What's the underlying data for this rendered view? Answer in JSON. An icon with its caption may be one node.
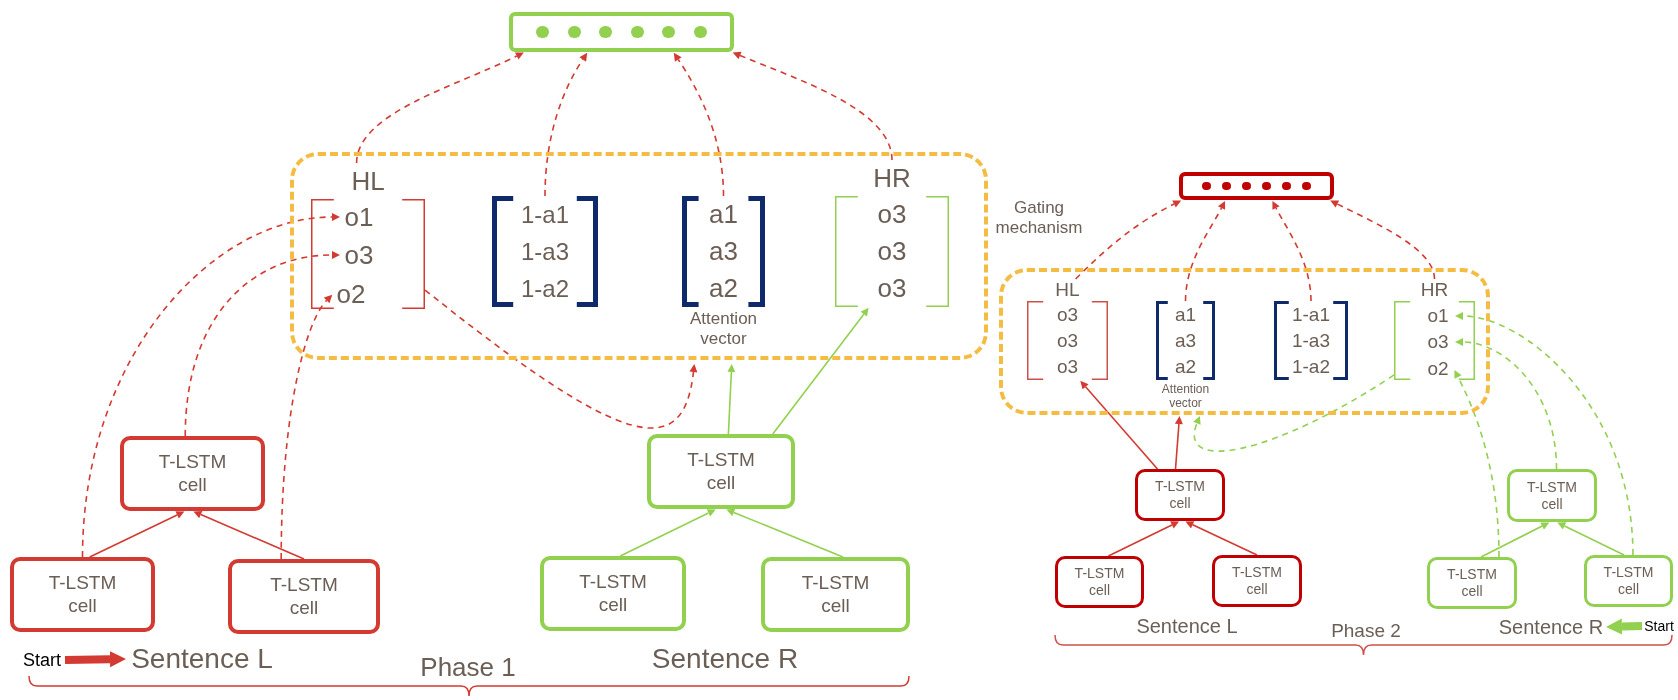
{
  "diagram": {
    "nodes": [
      {
        "text": [],
        "shape": "bar"
      },
      {
        "text": [],
        "shape": "box"
      },
      {
        "text": [
          "HL"
        ],
        "in": 1
      },
      {
        "text": [
          "o1"
        ],
        "in": 2
      },
      {
        "text": [
          "o3"
        ],
        "in": 2
      },
      {
        "text": [
          "o2"
        ],
        "in": 2
      },
      {
        "text": [
          "1-a1",
          "1-a3",
          "1-a2"
        ],
        "in": 1
      },
      {
        "text": [
          "a1",
          "a3",
          "a2"
        ],
        "beside": [
          "Attention vector"
        ],
        "in": 1
      },
      {
        "text": [
          "HR",
          "o3",
          "o3",
          "o3"
        ],
        "in": 1
      },
      {
        "text": [
          "T-LSTM cell"
        ]
      },
      {
        "text": [
          "T-LSTM cell"
        ]
      },
      {
        "text": [
          "T-LSTM cell"
        ]
      },
      {
        "text": [
          "T-LSTM cell"
        ]
      },
      {
        "text": [
          "T-LSTM cell"
        ]
      },
      {
        "text": [
          "T-LSTM cell"
        ]
      },
      {
        "text": [
          "Start"
        ]
      },
      {
        "text": [
          "Sentence L"
        ]
      },
      {
        "text": [],
        "shape": "bar"
      },
      {
        "text": [],
        "shape": "box"
      },
      {
        "text": [
          "HL",
          "o3",
          "o3",
          "o3"
        ],
        "in": 18
      },
      {
        "text": [
          "a1",
          "a3",
          "a2"
        ],
        "beside": [
          "Attention vector"
        ],
        "in": 18
      },
      {
        "text": [
          "1-a1",
          "1-a3",
          "1-a2"
        ],
        "in": 18
      },
      {
        "text": [
          "HR"
        ],
        "in": 18
      },
      {
        "text": [
          "o1"
        ],
        "in": 22
      },
      {
        "text": [
          "o3"
        ],
        "in": 22
      },
      {
        "text": [
          "o2"
        ],
        "in": 22
      },
      {
        "text": [
          "T-LSTM cell"
        ]
      },
      {
        "text": [
          "T-LSTM cell"
        ]
      },
      {
        "text": [
          "T-LSTM cell"
        ]
      },
      {
        "text": [
          "T-LSTM cell"
        ]
      },
      {
        "text": [
          "T-LSTM cell"
        ]
      },
      {
        "text": [
          "T-LSTM cell"
        ]
      },
      {
        "text": [
          "Sentence R"
        ]
      },
      {
        "text": [
          "Start"
        ]
      }
    ],
    "edges": [
      {
        "from": 2,
        "to": 0,
        "arrow": "to",
        "style": "dashed"
      },
      {
        "from": 6,
        "to": 0,
        "arrow": "to",
        "style": "dashed"
      },
      {
        "from": 7,
        "to": 0,
        "arrow": "to",
        "style": "dashed"
      },
      {
        "from": 8,
        "to": 0,
        "arrow": "to",
        "style": "dashed"
      },
      {
        "from": 11,
        "to": 3,
        "arrow": "to",
        "style": "dashed"
      },
      {
        "from": 9,
        "to": 4,
        "arrow": "to",
        "style": "dashed"
      },
      {
        "from": 12,
        "to": 5,
        "arrow": "to",
        "style": "dashed"
      },
      {
        "from": 2,
        "to": 7,
        "arrow": "to",
        "style": "dashed"
      },
      {
        "from": 11,
        "to": 9,
        "arrow": "to"
      },
      {
        "from": 12,
        "to": 9,
        "arrow": "to"
      },
      {
        "from": 13,
        "to": 10,
        "arrow": "to",
        "color": "#92d050"
      },
      {
        "from": 14,
        "to": 10,
        "arrow": "to",
        "color": "#92d050"
      },
      {
        "from": 10,
        "to": 7,
        "arrow": "to",
        "color": "#92d050"
      },
      {
        "from": 10,
        "to": 8,
        "arrow": "to",
        "color": "#92d050"
      },
      {
        "from": 15,
        "to": 16,
        "arrow": "to",
        "style": "thick"
      },
      {
        "from": 19,
        "to": 17,
        "arrow": "to",
        "style": "dashed"
      },
      {
        "from": 20,
        "to": 17,
        "arrow": "to",
        "style": "dashed"
      },
      {
        "from": 21,
        "to": 17,
        "arrow": "to",
        "style": "dashed"
      },
      {
        "from": 22,
        "to": 17,
        "arrow": "to",
        "style": "dashed"
      },
      {
        "from": 28,
        "to": 26,
        "arrow": "to"
      },
      {
        "from": 29,
        "to": 26,
        "arrow": "to"
      },
      {
        "from": 26,
        "to": 19,
        "arrow": "to"
      },
      {
        "from": 26,
        "to": 20,
        "arrow": "to"
      },
      {
        "from": 30,
        "to": 27,
        "arrow": "to",
        "color": "#92d050"
      },
      {
        "from": 31,
        "to": 27,
        "arrow": "to",
        "color": "#92d050"
      },
      {
        "from": 22,
        "to": 20,
        "arrow": "to",
        "style": "dashed",
        "color": "#92d050"
      },
      {
        "from": 30,
        "to": 25,
        "arrow": "to",
        "style": "dashed",
        "color": "#92d050"
      },
      {
        "from": 27,
        "to": 24,
        "arrow": "to",
        "style": "dashed",
        "color": "#92d050"
      },
      {
        "from": 31,
        "to": 23,
        "arrow": "to",
        "style": "dashed",
        "color": "#92d050"
      },
      {
        "from": 33,
        "to": 32,
        "arrow": "to",
        "style": "thick",
        "color": "#92d050"
      }
    ],
    "labels": [
      "Gating mechanism",
      "Sentence R",
      "Phase 1",
      "Sentence L",
      "Phase 2"
    ]
  }
}
